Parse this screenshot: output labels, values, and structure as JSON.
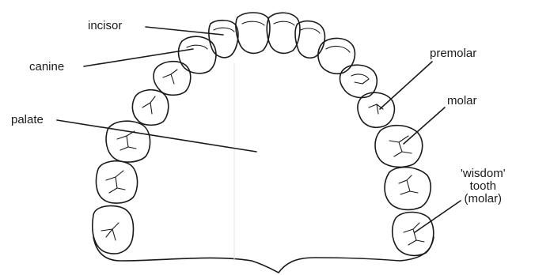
{
  "diagram": {
    "labels": {
      "incisor": "incisor",
      "canine": "canine",
      "palate": "palate",
      "premolar": "premolar",
      "molar": "molar",
      "wisdom_line1": "'wisdom'",
      "wisdom_line2": "tooth",
      "wisdom_line3": "(molar)"
    },
    "colors": {
      "ink": "#1a1a1a",
      "paper": "#ffffff"
    }
  }
}
